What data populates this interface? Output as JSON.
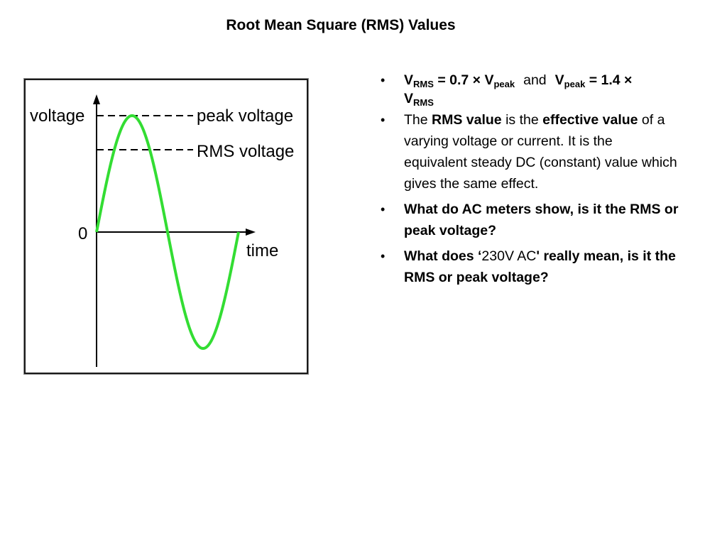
{
  "title": "Root Mean Square (RMS) Values",
  "figure": {
    "y_axis_label": "voltage",
    "x_axis_label": "time",
    "origin_label": "0",
    "peak_label": "peak voltage",
    "rms_label": "RMS voltage",
    "wave_color": "#33dd33",
    "peak_value": 1.0,
    "rms_value": 0.707,
    "cycles": 1
  },
  "bullets": {
    "b1": {
      "v": "V",
      "rms": "RMS",
      "eq1": " = 0.7 × V",
      "peak": "peak",
      "and": "and",
      "v2": "V",
      "peak2": "peak",
      "eq2": " = 1.4 ×",
      "v3": "V",
      "rms2": "RMS"
    },
    "b2": {
      "the": "The ",
      "rms_value": "RMS value",
      "is_the": " is the ",
      "effective_value": "effective value",
      "rest": " of a varying voltage or current. It is the equivalent steady DC (constant) value which gives the same effect."
    },
    "b3": {
      "text": "What do AC meters show, is it the RMS or peak voltage?"
    },
    "b4": {
      "pre": "What does ‘",
      "quote": "230V AC",
      "post": "' really mean, is it the RMS or peak voltage?"
    },
    "marker": "•"
  }
}
